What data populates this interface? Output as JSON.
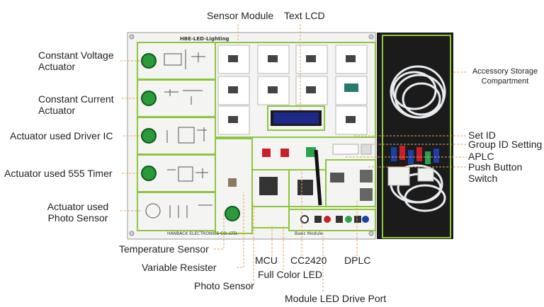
{
  "labels": {
    "sensor_module": "Sensor Module",
    "text_lcd": "Text LCD",
    "constant_voltage_actuator": [
      "Constant Voltage",
      "Actuator"
    ],
    "constant_current_actuator": [
      "Constant Current",
      "Actuator"
    ],
    "actuator_driver_ic": "Actuator used Driver IC",
    "actuator_555_timer": "Actuator used 555 Timer",
    "actuator_photo_sensor": [
      "Actuator used",
      "Photo Sensor"
    ],
    "temperature_sensor": "Temperature Sensor",
    "variable_resister": "Variable Resister",
    "photo_sensor": "Photo Sensor",
    "mcu": "MCU",
    "cc2420": "CC2420",
    "full_color_led": "Full Color LED",
    "dplc": "DPLC",
    "module_led_drive_port": "Module LED Drive Port",
    "accessory_storage": [
      "Accessory Storage",
      "Compartment"
    ],
    "set_id": "Set ID",
    "group_id_setting": "Group ID Setting",
    "aplc": "APLC",
    "push_button_switch": [
      "Push Button",
      "Switch"
    ]
  },
  "board": {
    "title": "HBE-LED-Lighting",
    "maker": "HANBACK ELECTRONICS CO.,LTD.",
    "section_label": "Basic Module"
  },
  "colors": {
    "callout_line": "#e8a35a",
    "highlight": "#8cc63f",
    "knob": "#2a9a3a",
    "board": "#f4f4f2",
    "case": "#1b1b1b",
    "lcd": "#1e2a8a"
  }
}
